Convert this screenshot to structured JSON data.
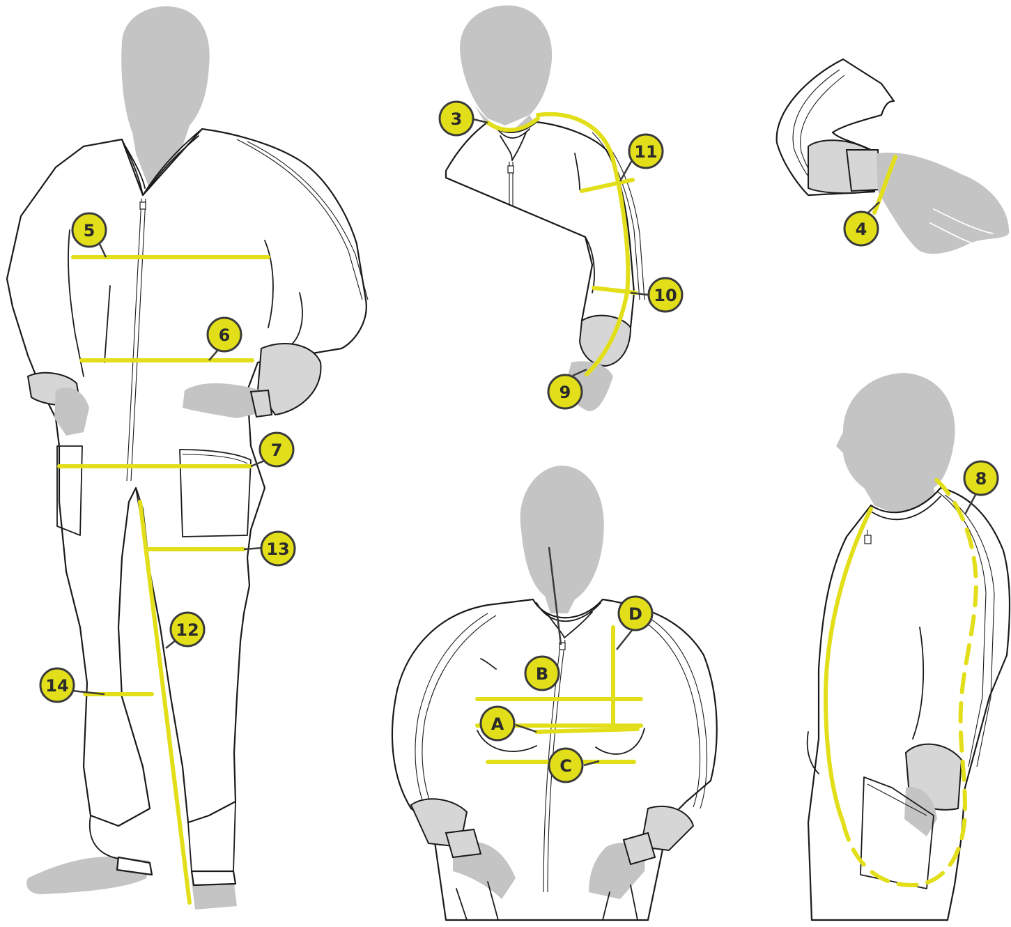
{
  "colors": {
    "measure": "#e2df1a",
    "silhouette": "#c4c4c4",
    "outline": "#1a1a1a",
    "cuff": "#d6d6d6"
  },
  "labels": {
    "m3": "3",
    "m4": "4",
    "m5": "5",
    "m6": "6",
    "m7": "7",
    "m8": "8",
    "m9": "9",
    "m10": "10",
    "m11": "11",
    "m12": "12",
    "m13": "13",
    "m14": "14",
    "mA": "A",
    "mB": "B",
    "mC": "C",
    "mD": "D"
  }
}
